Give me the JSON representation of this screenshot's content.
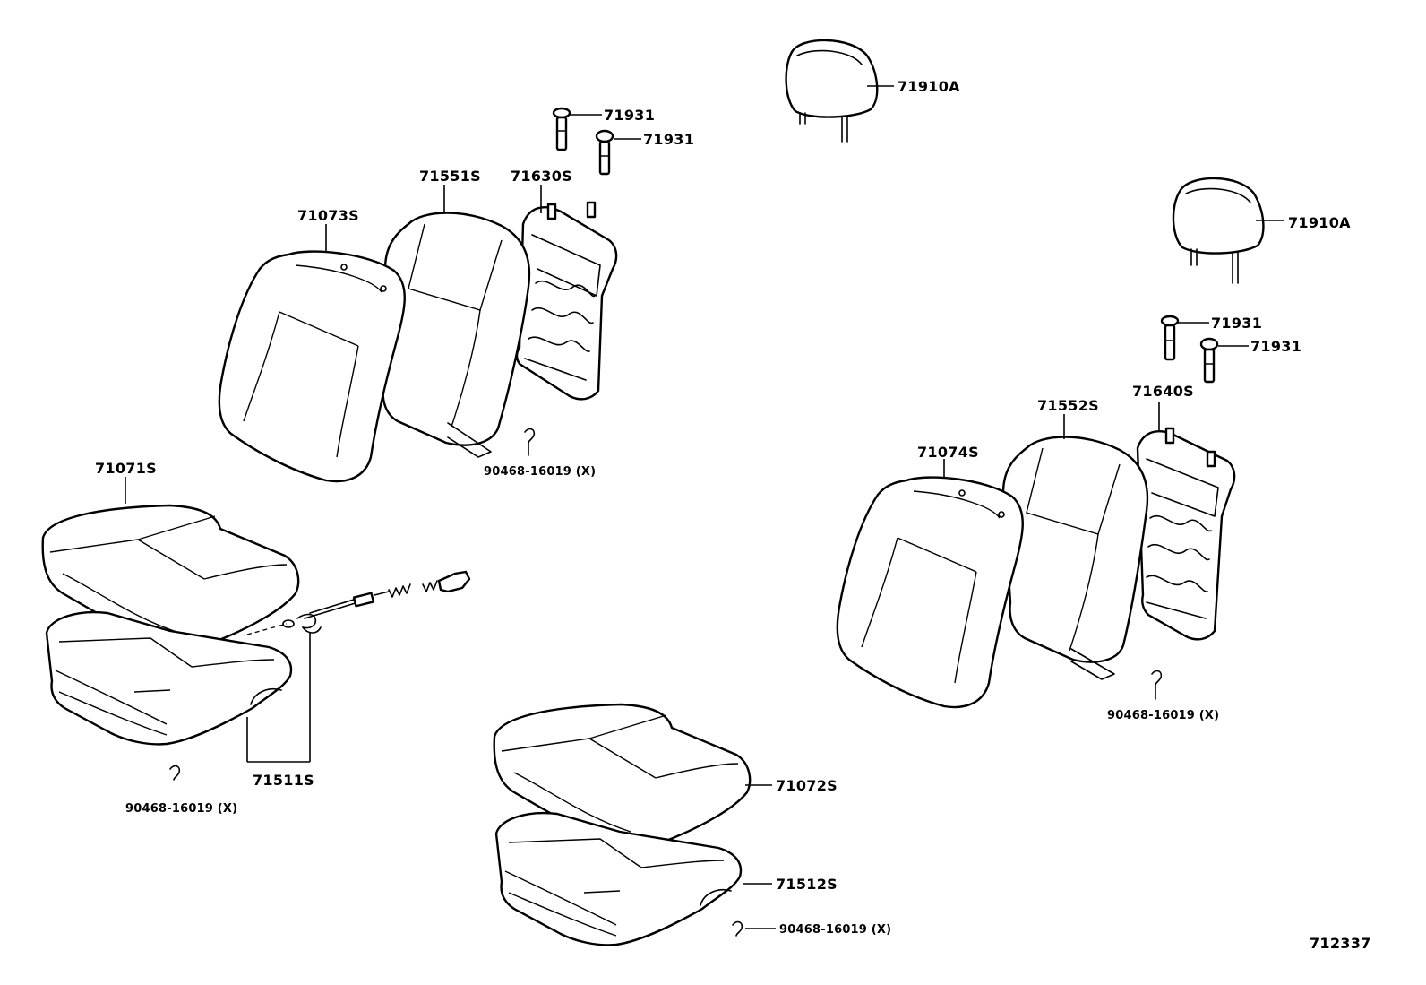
{
  "diagram": {
    "colors": {
      "ink": "#000000",
      "paper": "#ffffff"
    },
    "labels": {
      "headrest_left": "71910A",
      "headrest_right": "71910A",
      "guide_left_1": "71931",
      "guide_left_2": "71931",
      "guide_right_1": "71931",
      "guide_right_2": "71931",
      "back_cover_left": "71073S",
      "back_pad_left": "71551S",
      "back_frame_left": "71630S",
      "clip_back_left": "90468-16019 (X)",
      "cushion_cover_left": "71071S",
      "cushion_frame_left": "71511S",
      "clip_cushion_left": "90468-16019 (X)",
      "back_cover_right": "71074S",
      "back_pad_right": "71552S",
      "back_frame_right": "71640S",
      "clip_back_right": "90468-16019 (X)",
      "cushion_cover_right": "71072S",
      "cushion_frame_right": "71512S",
      "clip_cushion_right": "90468-16019 (X)",
      "illustration_number": "712337"
    }
  }
}
